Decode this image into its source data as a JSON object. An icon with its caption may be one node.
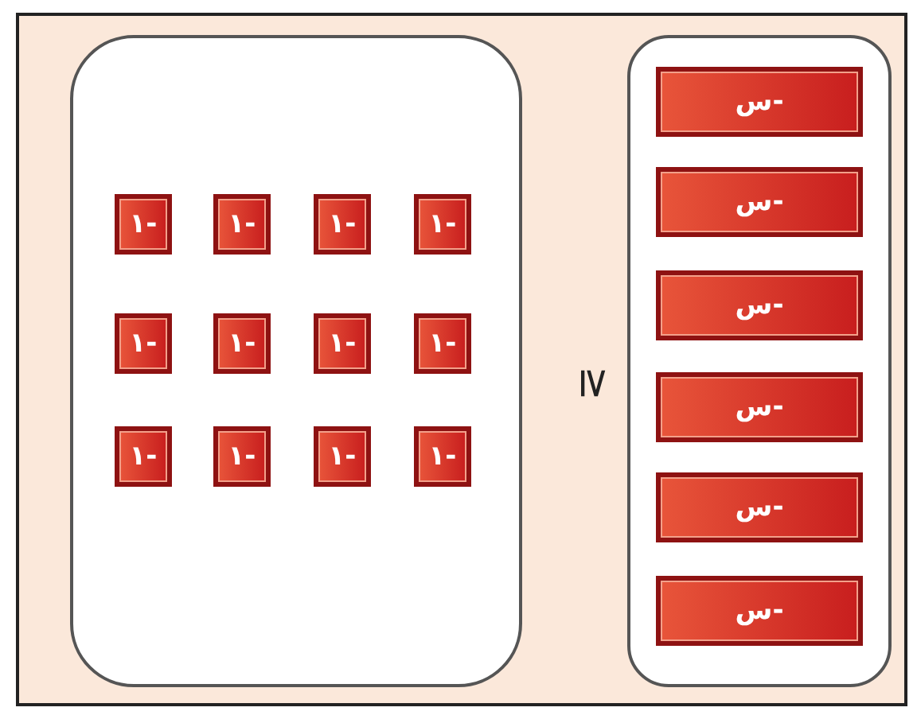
{
  "diagram": {
    "nodes": [
      {
        "text": [],
        "shape": "box"
      },
      {
        "text": [
          "-١"
        ],
        "in": 0
      },
      {
        "text": [
          "-١"
        ],
        "in": 0
      },
      {
        "text": [
          "-١"
        ],
        "in": 0
      },
      {
        "text": [
          "-١"
        ],
        "in": 0
      },
      {
        "text": [
          "-١"
        ],
        "in": 0
      },
      {
        "text": [
          "-١"
        ],
        "in": 0
      },
      {
        "text": [
          "-١"
        ],
        "in": 0
      },
      {
        "text": [
          "-١"
        ],
        "in": 0
      },
      {
        "text": [
          "-١"
        ],
        "in": 0
      },
      {
        "text": [
          "-١"
        ],
        "in": 0
      },
      {
        "text": [
          "-١"
        ],
        "in": 0
      },
      {
        "text": [
          "-١"
        ],
        "in": 0
      },
      {
        "text": [],
        "shape": "box"
      },
      {
        "text": [
          "-س"
        ],
        "in": 13
      },
      {
        "text": [
          "-س"
        ],
        "in": 13
      },
      {
        "text": [
          "-س"
        ],
        "in": 13
      },
      {
        "text": [
          "-س"
        ],
        "in": 13
      },
      {
        "text": [
          "-س"
        ],
        "in": 13
      },
      {
        "text": [
          "-س"
        ],
        "in": 13
      }
    ],
    "labels": [
      "≥"
    ]
  }
}
